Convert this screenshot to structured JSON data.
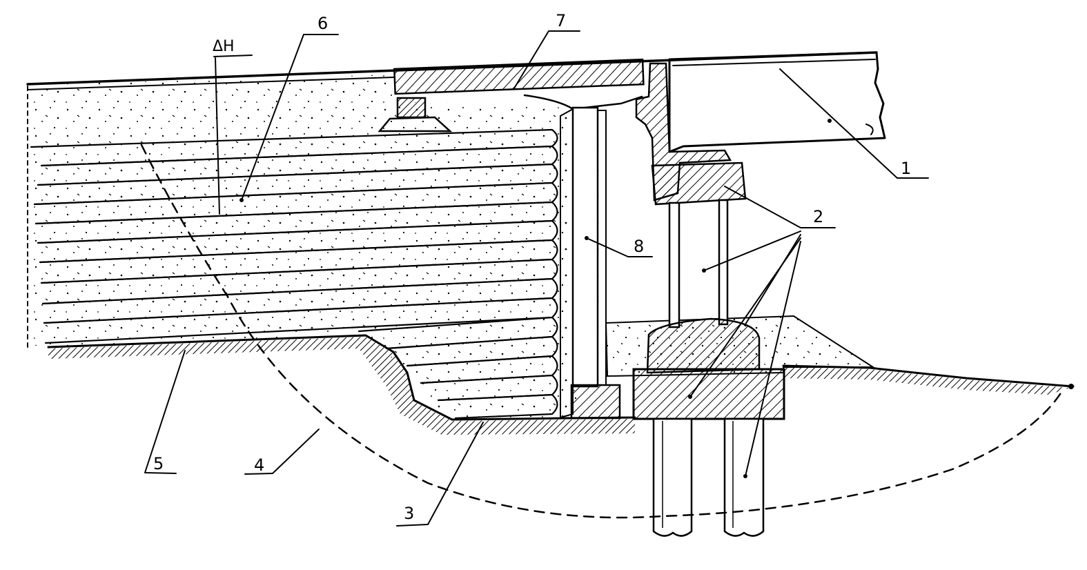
{
  "diagram": {
    "labels": {
      "l1": "1",
      "l2": "2",
      "l3": "3",
      "l4": "4",
      "l5": "5",
      "l6": "6",
      "l7": "7",
      "l8": "8",
      "dh": "ΔH"
    },
    "colors": {
      "ink": "#000000",
      "paper": "#ffffff"
    }
  }
}
